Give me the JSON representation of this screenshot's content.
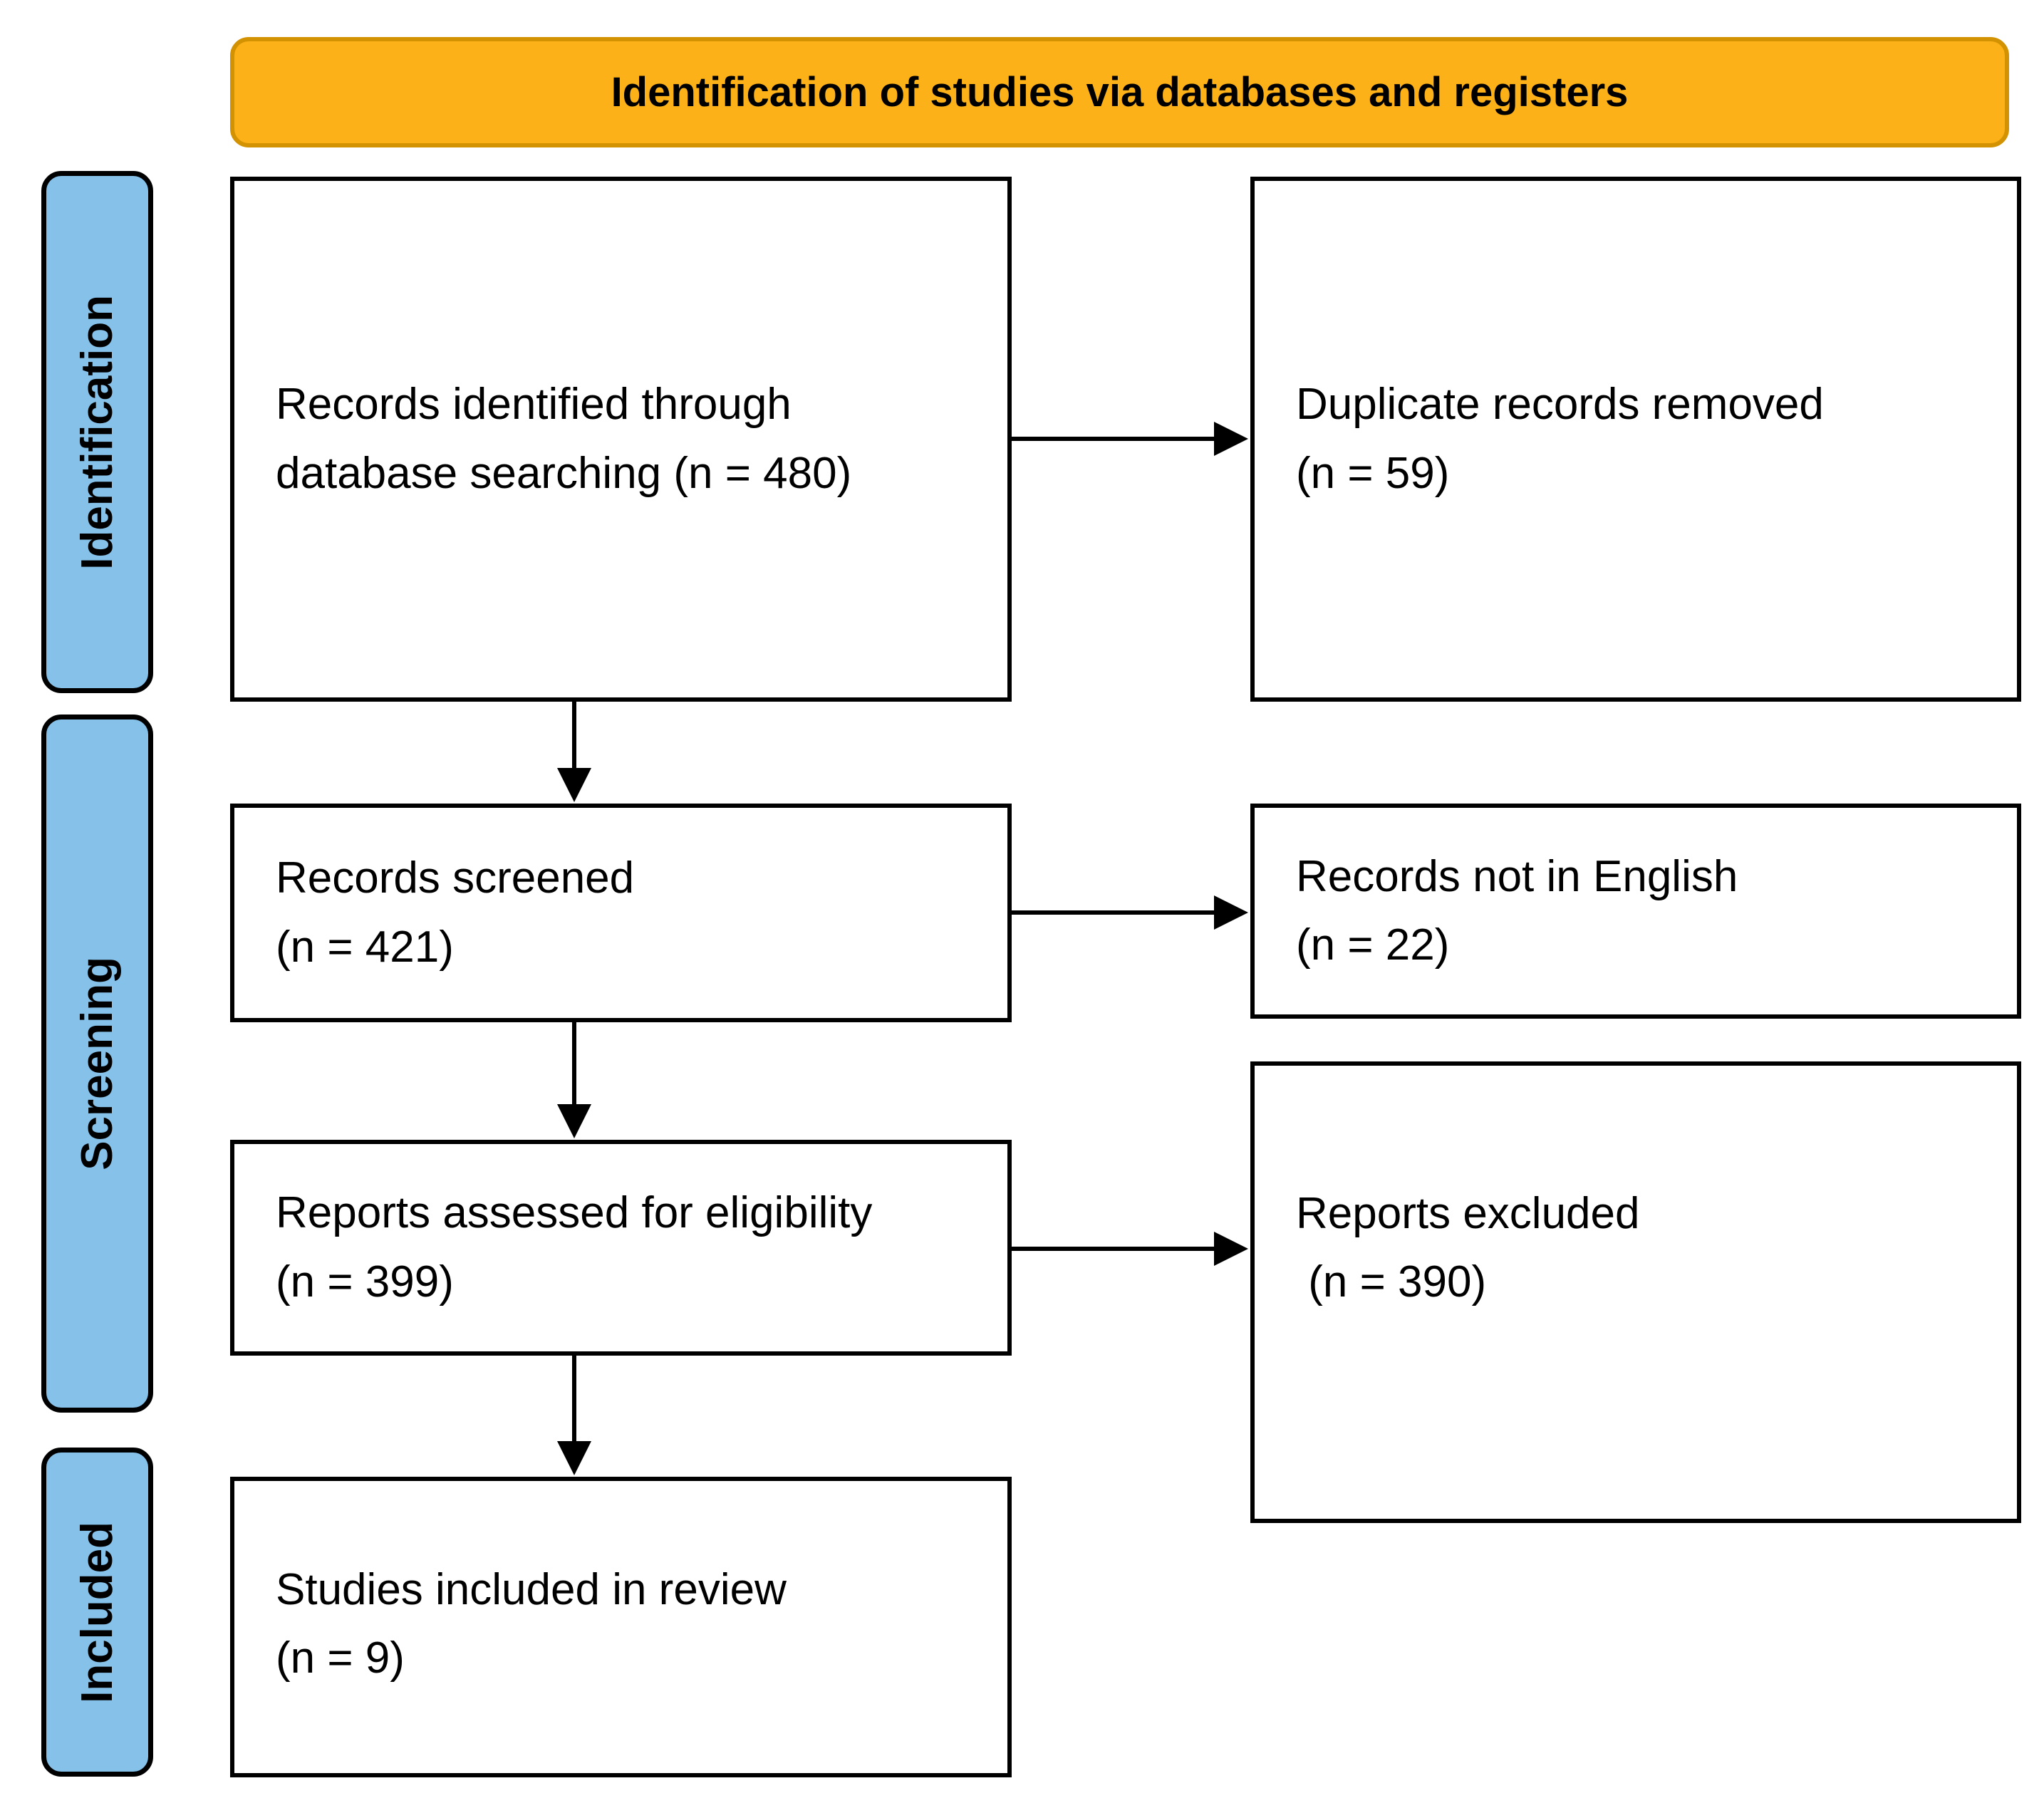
{
  "diagram": {
    "banner_title": "Identification of studies via databases and registers",
    "stages": [
      {
        "label": "Identification"
      },
      {
        "label": "Screening"
      },
      {
        "label": "Included"
      }
    ],
    "boxes": [
      {
        "name": "records-identified",
        "lines": [
          "Records identified through",
          "database searching (n = 480)"
        ]
      },
      {
        "name": "duplicate-records-removed",
        "lines": [
          "Duplicate records removed",
          "(n = 59)"
        ]
      },
      {
        "name": "records-screened",
        "lines": [
          "Records screened",
          "(n = 421)"
        ]
      },
      {
        "name": "records-not-in-english",
        "lines": [
          "Records not in English",
          "(n = 22)"
        ]
      },
      {
        "name": "reports-assessed",
        "lines": [
          "Reports assessed for eligibility",
          "(n = 399)"
        ]
      },
      {
        "name": "reports-excluded",
        "lines": [
          "Reports excluded",
          " (n = 390)"
        ]
      },
      {
        "name": "studies-included",
        "lines": [
          "Studies included in review",
          "(n = 9)"
        ]
      }
    ],
    "counts": {
      "identified": 480,
      "duplicates_removed": 59,
      "screened": 421,
      "not_in_english": 22,
      "assessed_for_eligibility": 399,
      "excluded": 390,
      "included_in_review": 9
    },
    "colors": {
      "banner_bg": "#FBB117",
      "banner_border": "#D29202",
      "stage_bg": "#85C1E9",
      "box_border": "#000000",
      "arrow": "#000000"
    }
  }
}
